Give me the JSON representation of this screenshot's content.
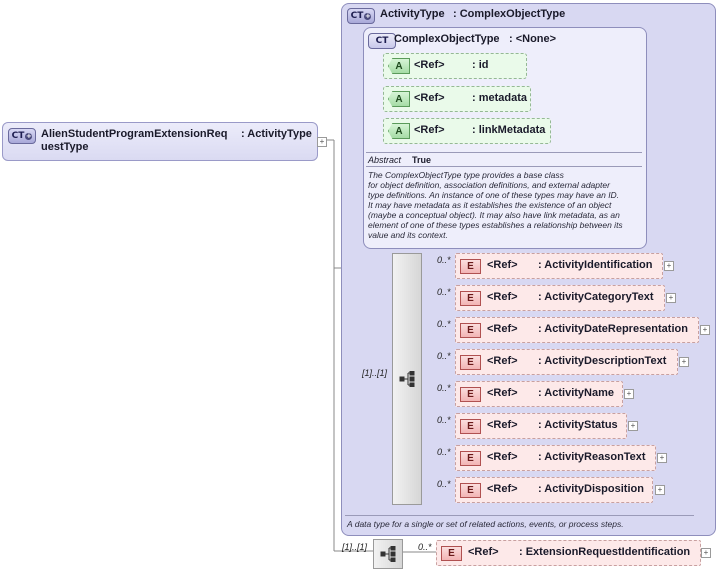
{
  "root": {
    "badge": "CT",
    "name_line1": "AlienStudentProgramExtensionReq",
    "name_line2": "uestType",
    "type_label": ": ActivityType"
  },
  "activity_type": {
    "badge": "CT",
    "title": "ActivityType",
    "type_label": ": ComplexObjectType",
    "description": "A data type for a single or set of related actions, events, or process steps."
  },
  "base_type": {
    "badge": "CT",
    "title": "ComplexObjectType",
    "type_label": ": <None>",
    "abstract_label": "Abstract",
    "abstract_value": "True",
    "description_lines": [
      "The ComplexObjectType type provides a base class",
      "for object definition, association definitions, and external adapter",
      "type definitions. An instance of one of these types may have an ID.",
      "It may have metadata as it establishes the existence of an object",
      "(maybe a conceptual object). It may also have link metadata, as an",
      "element of one of these types establishes a relationship between its",
      "value and its context."
    ],
    "attributes": [
      {
        "badge": "A",
        "ref": "<Ref>",
        "name": ": id"
      },
      {
        "badge": "A",
        "ref": "<Ref>",
        "name": ": metadata"
      },
      {
        "badge": "A",
        "ref": "<Ref>",
        "name": ": linkMetadata"
      }
    ]
  },
  "sequence_occurrence": "[1]..[1]",
  "elements": [
    {
      "badge": "E",
      "occurrence": "0..*",
      "ref": "<Ref>",
      "name": ": ActivityIdentification"
    },
    {
      "badge": "E",
      "occurrence": "0..*",
      "ref": "<Ref>",
      "name": ": ActivityCategoryText"
    },
    {
      "badge": "E",
      "occurrence": "0..*",
      "ref": "<Ref>",
      "name": ": ActivityDateRepresentation"
    },
    {
      "badge": "E",
      "occurrence": "0..*",
      "ref": "<Ref>",
      "name": ": ActivityDescriptionText"
    },
    {
      "badge": "E",
      "occurrence": "0..*",
      "ref": "<Ref>",
      "name": ": ActivityName"
    },
    {
      "badge": "E",
      "occurrence": "0..*",
      "ref": "<Ref>",
      "name": ": ActivityStatus"
    },
    {
      "badge": "E",
      "occurrence": "0..*",
      "ref": "<Ref>",
      "name": ": ActivityReasonText"
    },
    {
      "badge": "E",
      "occurrence": "0..*",
      "ref": "<Ref>",
      "name": ": ActivityDisposition"
    }
  ],
  "extension": {
    "sequence_occurrence": "[1]..[1]",
    "element": {
      "badge": "E",
      "occurrence": "0..*",
      "ref": "<Ref>",
      "name": ": ExtensionRequestIdentification"
    }
  },
  "expander_symbol": "+"
}
